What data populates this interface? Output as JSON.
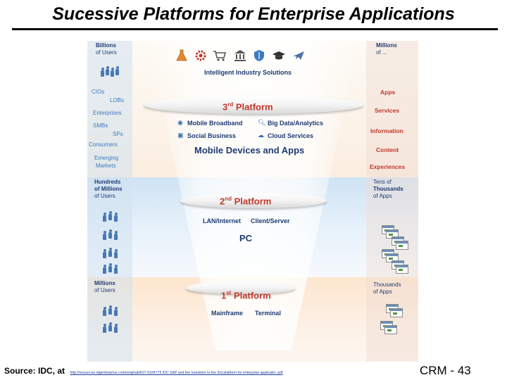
{
  "title": "Sucessive Platforms for Enterprise Applications",
  "source_label": "Source: IDC, at",
  "source_url": "http://resources.idgenterprise.com/original/AST-0104779 IDC SAP and the transition to the 3rd platform for enterprise applicatio..pdf",
  "slide_number": "CRM - 43",
  "diagram": {
    "industry_solutions": "Intelligent Industry Solutions",
    "industry_icons": [
      "flask-icon",
      "gear-icon",
      "cart-icon",
      "bank-icon",
      "shield-icon",
      "graduation-cap-icon",
      "plane-icon"
    ],
    "platform3": {
      "label_num": "3",
      "label_sup": "rd",
      "label_text": " Platform",
      "items": [
        "Mobile Broadband",
        "Big Data/Analytics",
        "Social Business",
        "Cloud Services"
      ],
      "main": "Mobile Devices and Apps",
      "left_top": [
        "Billions",
        "of Users"
      ],
      "left_segments": [
        "CIOs",
        "LOBs",
        "Enterprises",
        "SMBs",
        "SPs",
        "Consumers",
        "Emerging",
        "Markets"
      ],
      "right_top": [
        "Millions",
        "of ..."
      ],
      "right_items": [
        "Apps",
        "Services",
        "Information",
        "Content",
        "Experiences"
      ]
    },
    "platform2": {
      "label_num": "2",
      "label_sup": "nd",
      "label_text": " Platform",
      "items": [
        "LAN/Internet",
        "Client/Server"
      ],
      "main": "PC",
      "left_top": [
        "Hundreds",
        "of Millions",
        "of Users"
      ],
      "right_top": [
        "Tens of",
        "Thousands",
        "of Apps"
      ]
    },
    "platform1": {
      "label_num": "1",
      "label_sup": "st",
      "label_text": " Platform",
      "items": [
        "Mainframe",
        "Terminal"
      ],
      "left_top": [
        "Millions",
        "of Users"
      ],
      "right_top": [
        "Thousands",
        "of Apps"
      ]
    },
    "colors": {
      "navy": "#1f3b73",
      "red": "#c0392b",
      "band_blue": "#cfe3f4",
      "band_orange": "#fde6cf"
    }
  }
}
